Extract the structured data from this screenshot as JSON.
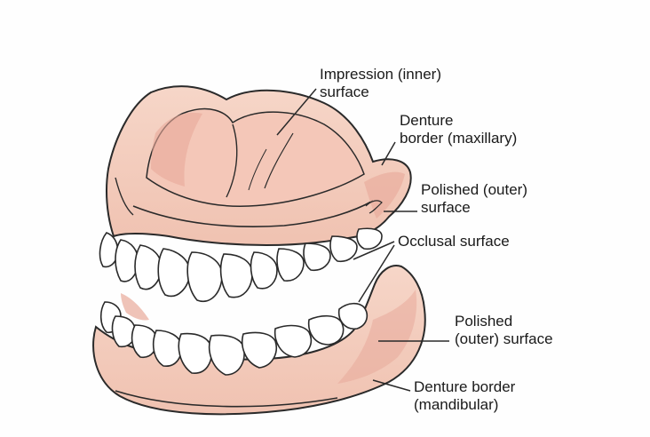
{
  "labels": {
    "impression": {
      "line1": "Impression (inner)",
      "line2": "surface"
    },
    "border_maxillary": {
      "line1": "Denture",
      "line2": "border (maxillary)"
    },
    "polished_upper": {
      "line1": "Polished (outer)",
      "line2": "surface"
    },
    "occlusal": {
      "line1": "Occlusal surface"
    },
    "polished_lower": {
      "line1": "Polished",
      "line2": "(outer) surface"
    },
    "border_mandibular": {
      "line1": "Denture border",
      "line2": "(mandibular)"
    }
  },
  "colors": {
    "base": "#f3cdbd",
    "base_shade": "#e8a99a",
    "base_highlight": "#f9e1d6",
    "tooth": "#ffffff",
    "outline": "#2a2a2a",
    "background": "#fefefe"
  }
}
